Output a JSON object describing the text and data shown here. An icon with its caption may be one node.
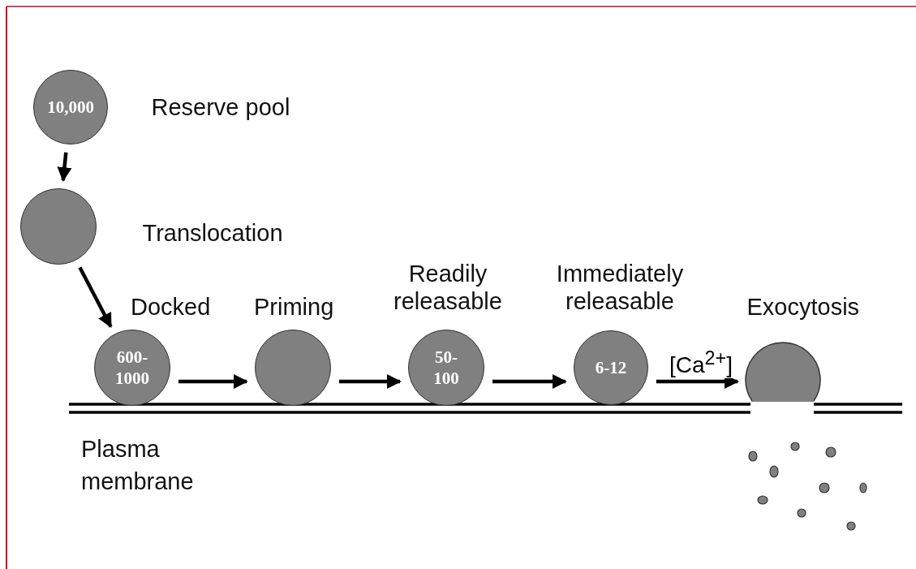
{
  "diagram": {
    "nodes": [
      {
        "text": [
          "10,000"
        ],
        "beside": [
          "Reserve pool"
        ]
      },
      {
        "text": [],
        "shape": "circle",
        "beside": [
          "Translocation"
        ]
      },
      {
        "text": [
          "600- 1000"
        ],
        "beside": [
          "Docked"
        ]
      },
      {
        "text": [],
        "shape": "circle",
        "beside": [
          "Priming"
        ]
      },
      {
        "text": [
          "50- 100"
        ],
        "beside": [
          "Readily releasable"
        ]
      },
      {
        "text": [
          "6-12"
        ],
        "beside": [
          "Immediately releasable"
        ]
      },
      {
        "text": [],
        "shape": "dome",
        "beside": [
          "Exocytosis"
        ]
      }
    ],
    "edges": [
      {
        "from": 0,
        "to": 1,
        "arrow": "to"
      },
      {
        "from": 1,
        "to": 2,
        "arrow": "to"
      },
      {
        "from": 2,
        "to": 3,
        "arrow": "to"
      },
      {
        "from": 3,
        "to": 4,
        "arrow": "to"
      },
      {
        "from": 4,
        "to": 5,
        "arrow": "to"
      },
      {
        "from": 5,
        "to": 6,
        "arrow": "to",
        "label": "[Ca$^{2+}$]"
      }
    ],
    "labels": [
      "Plasma membrane"
    ]
  }
}
